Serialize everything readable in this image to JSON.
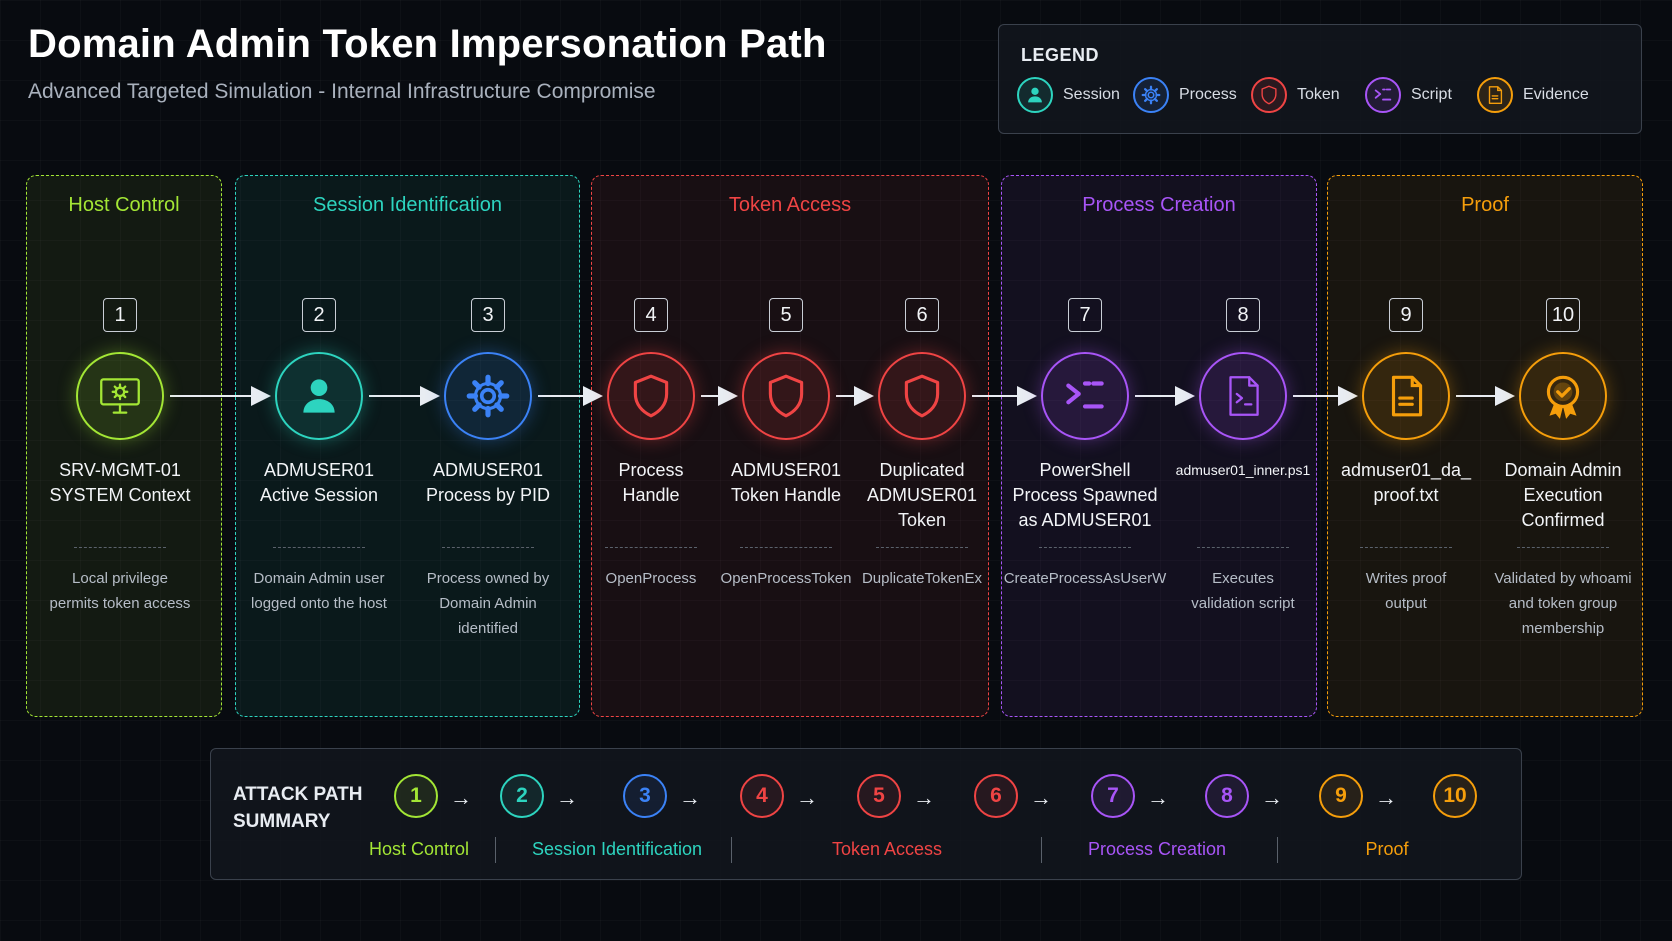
{
  "header": {
    "title": "Domain Admin Token Impersonation Path",
    "subtitle": "Advanced Targeted Simulation - Internal Infrastructure Compromise"
  },
  "legend": {
    "title": "LEGEND",
    "items": [
      {
        "label": "Session",
        "icon": "user-icon",
        "color": "#2dd4bf"
      },
      {
        "label": "Process",
        "icon": "gear-icon",
        "color": "#3b82f6"
      },
      {
        "label": "Token",
        "icon": "shield-icon",
        "color": "#ef4444"
      },
      {
        "label": "Script",
        "icon": "terminal-icon",
        "color": "#a855f7"
      },
      {
        "label": "Evidence",
        "icon": "document-icon",
        "color": "#f59e0b"
      }
    ]
  },
  "phases": [
    {
      "label": "Host Control",
      "color": "#a3e635"
    },
    {
      "label": "Session Identification",
      "color": "#2dd4bf"
    },
    {
      "label": "Token Access",
      "color": "#ef4444"
    },
    {
      "label": "Process Creation",
      "color": "#a855f7"
    },
    {
      "label": "Proof",
      "color": "#f59e0b"
    }
  ],
  "steps": [
    {
      "num": "1",
      "title": "SRV-MGMT-01\nSYSTEM Context",
      "desc": "Local privilege\npermits token access",
      "icon": "monitor-gear-icon",
      "color": "#a3e635"
    },
    {
      "num": "2",
      "title": "ADMUSER01\nActive Session",
      "desc": "Domain Admin user\nlogged onto the host",
      "icon": "user-icon",
      "color": "#2dd4bf"
    },
    {
      "num": "3",
      "title": "ADMUSER01\nProcess by PID",
      "desc": "Process owned by\nDomain Admin\nidentified",
      "icon": "gear-icon",
      "color": "#3b82f6"
    },
    {
      "num": "4",
      "title": "Process\nHandle",
      "desc": "OpenProcess",
      "icon": "shield-icon",
      "color": "#ef4444"
    },
    {
      "num": "5",
      "title": "ADMUSER01\nToken Handle",
      "desc": "OpenProcessToken",
      "icon": "shield-icon",
      "color": "#ef4444"
    },
    {
      "num": "6",
      "title": "Duplicated\nADMUSER01\nToken",
      "desc": "DuplicateTokenEx",
      "icon": "shield-icon",
      "color": "#ef4444"
    },
    {
      "num": "7",
      "title": "PowerShell\nProcess Spawned\nas ADMUSER01",
      "desc": "CreateProcessAsUserW",
      "icon": "terminal-icon",
      "color": "#a855f7"
    },
    {
      "num": "8",
      "title": "admuser01_inner.ps1",
      "desc": "Executes\nvalidation script",
      "icon": "script-file-icon",
      "color": "#a855f7"
    },
    {
      "num": "9",
      "title": "admuser01_da_\nproof.txt",
      "desc": "Writes proof\noutput",
      "icon": "document-icon",
      "color": "#f59e0b"
    },
    {
      "num": "10",
      "title": "Domain Admin\nExecution\nConfirmed",
      "desc": "Validated by whoami\nand token group\nmembership",
      "icon": "badge-check-icon",
      "color": "#f59e0b"
    }
  ],
  "summary": {
    "title": "ATTACK PATH\nSUMMARY",
    "numbers": [
      "1",
      "2",
      "3",
      "4",
      "5",
      "6",
      "7",
      "8",
      "9",
      "10"
    ],
    "colors": [
      "#a3e635",
      "#2dd4bf",
      "#3b82f6",
      "#ef4444",
      "#ef4444",
      "#ef4444",
      "#a855f7",
      "#a855f7",
      "#f59e0b",
      "#f59e0b"
    ],
    "phases": [
      "Host Control",
      "Session Identification",
      "Token Access",
      "Process Creation",
      "Proof"
    ]
  }
}
